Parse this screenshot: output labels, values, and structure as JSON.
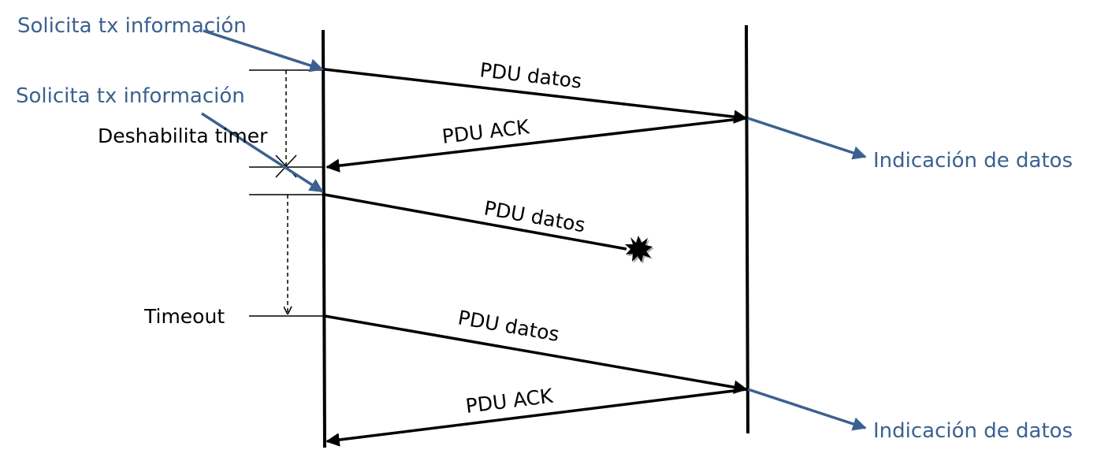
{
  "colors": {
    "black": "#000000",
    "blue": "#3c6190",
    "background": "#ffffff"
  },
  "labels": {
    "solicita_1": "Solicita tx información",
    "solicita_2": "Solicita tx información",
    "deshabilita": "Deshabilita timer",
    "timeout": "Timeout",
    "pdu_datos_1": "PDU datos",
    "pdu_ack_1": "PDU ACK",
    "pdu_datos_2": "PDU datos",
    "pdu_datos_3": "PDU datos",
    "pdu_ack_2": "PDU ACK",
    "indicacion_1": "Indicación de datos",
    "indicacion_2": "Indicación de datos"
  },
  "icons": {
    "loss": "explosion-icon",
    "cancel": "cross-mark-icon"
  }
}
